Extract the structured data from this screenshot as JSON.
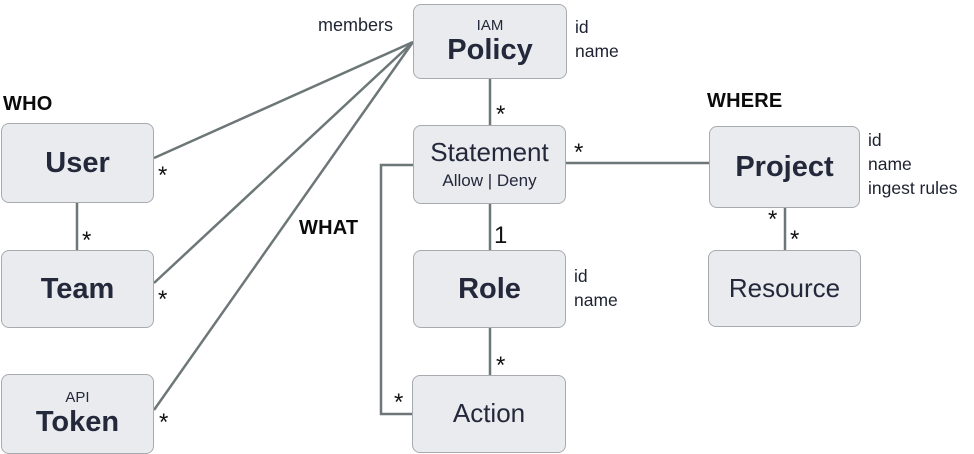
{
  "diagram": {
    "sections": {
      "who": "WHO",
      "what": "WHAT",
      "where": "WHERE"
    },
    "entities": {
      "policy": {
        "kicker": "IAM",
        "name": "Policy",
        "attributes": [
          "id",
          "name"
        ]
      },
      "user": {
        "name": "User"
      },
      "team": {
        "name": "Team"
      },
      "token": {
        "kicker": "API",
        "name": "Token"
      },
      "statement": {
        "name": "Statement",
        "subtitle": "Allow | Deny"
      },
      "role": {
        "name": "Role",
        "attributes": [
          "id",
          "name"
        ]
      },
      "action": {
        "name": "Action"
      },
      "project": {
        "name": "Project",
        "attributes": [
          "id",
          "name",
          "ingest rules"
        ]
      },
      "resource": {
        "name": "Resource"
      }
    },
    "edge_labels": {
      "members": "members"
    },
    "cardinalities": {
      "policy_user": "*",
      "policy_team": "*",
      "policy_token": "*",
      "user_team": "*",
      "policy_statement": "*",
      "statement_role": "1",
      "role_action": "*",
      "statement_action": "*",
      "statement_project": "*",
      "project_resource_a": "*",
      "project_resource_b": "*"
    },
    "colors": {
      "box_fill": "#e9ebee",
      "box_border": "#a7abaf",
      "connector": "#6d7778",
      "entity_text": "#23283a",
      "section_label": "#0b0b0b"
    }
  }
}
